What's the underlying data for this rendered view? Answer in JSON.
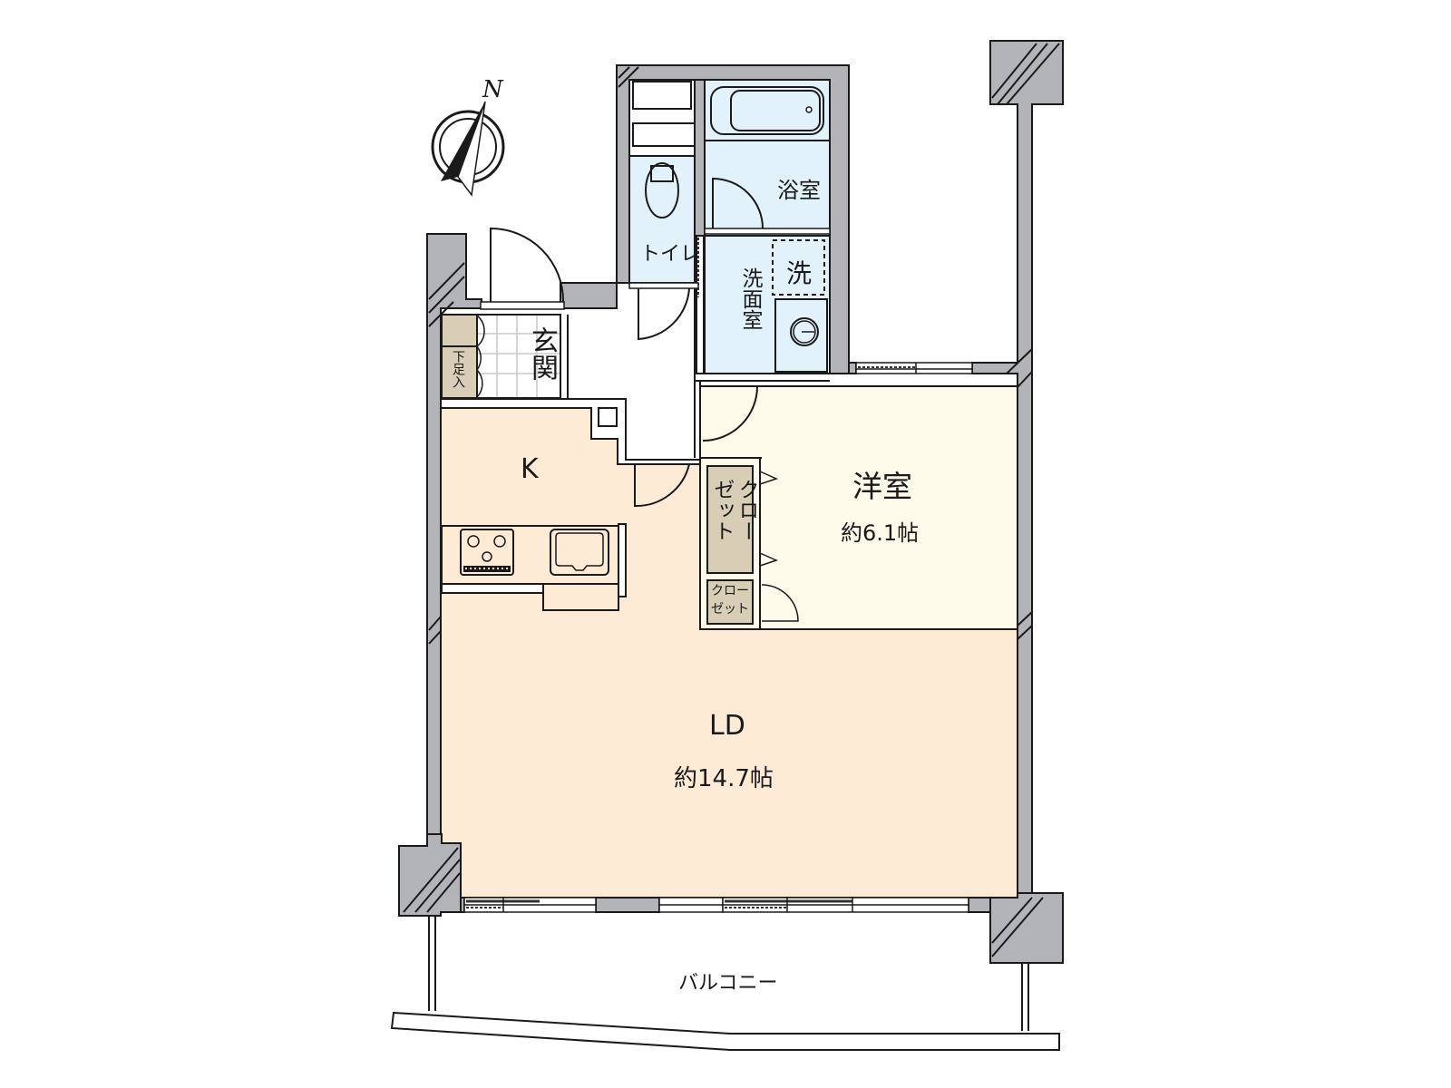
{
  "compass": {
    "label": "N"
  },
  "colors": {
    "wall": "#b3b4b7",
    "water_area": "#e1f2fb",
    "ld_kitchen": "#fdebd6",
    "western_room": "#fefae9",
    "storage": "#d8cdb5",
    "outline": "#1a1a1a"
  },
  "rooms": {
    "bathroom": {
      "label": "浴室"
    },
    "toilet": {
      "label": "トイレ"
    },
    "washroom": {
      "label": "洗面室"
    },
    "washer": {
      "label": "洗"
    },
    "entrance": {
      "label": "玄関"
    },
    "shoe_box": {
      "label": "下足入"
    },
    "kitchen": {
      "label": "K"
    },
    "western": {
      "label": "洋室",
      "area": "約6.1帖"
    },
    "closet_large": {
      "label": "クローゼット",
      "col1": "クロー",
      "col2": "ゼット"
    },
    "closet_small": {
      "line1": "クロー",
      "line2": "ゼット"
    },
    "living_dining": {
      "label": "LD",
      "area": "約14.7帖"
    },
    "balcony": {
      "label": "バルコニー"
    }
  }
}
